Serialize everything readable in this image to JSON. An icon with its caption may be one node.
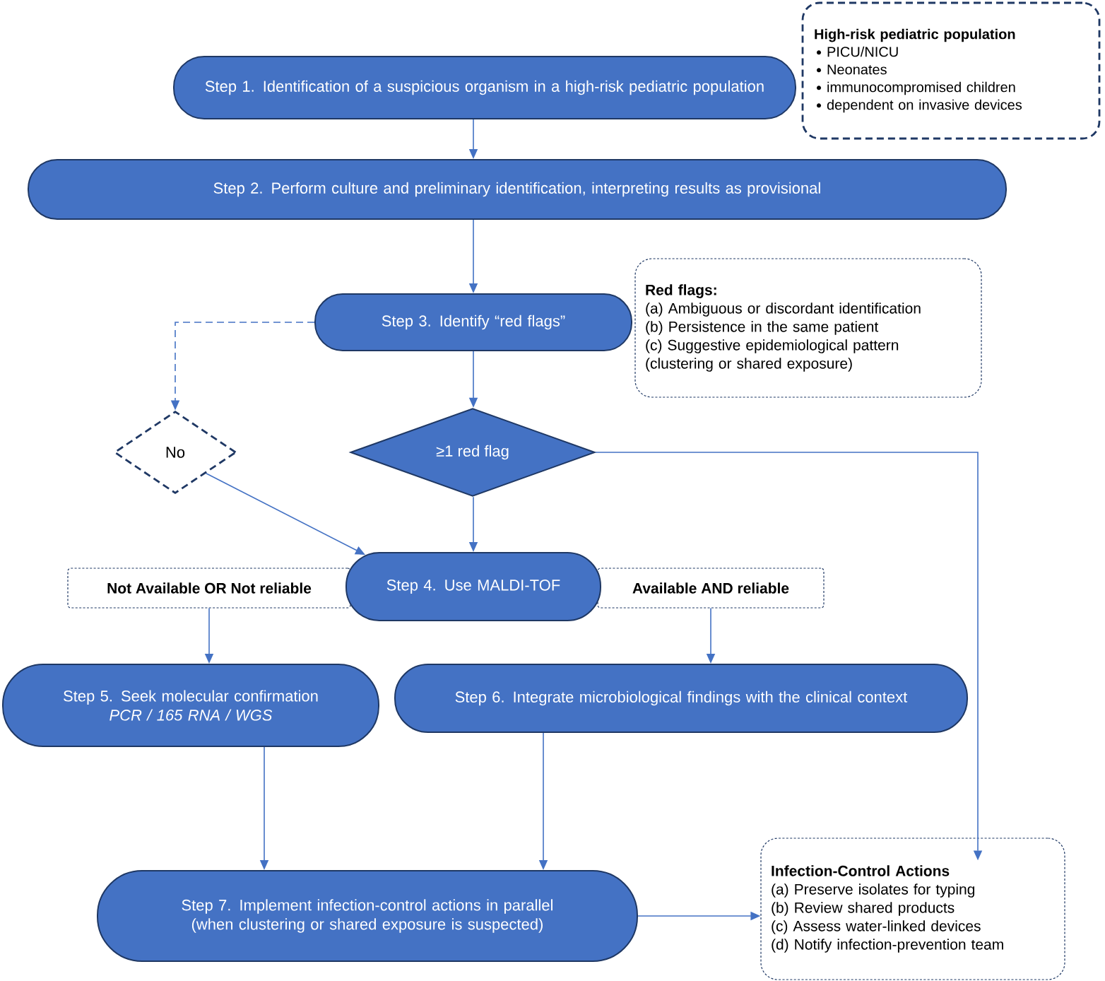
{
  "diagram": {
    "nodes": [
      {
        "text": [
          "Step 1. Identification of a suspicious organism in a high-risk pediatric population"
        ]
      },
      {
        "text": [
          "High-risk pediatric population",
          "PICU/NICU",
          "Neonates",
          "immunocompromised children",
          "dependent on invasive devices"
        ]
      },
      {
        "text": [
          "Step 2.  Perform culture and preliminary identification, interpreting results as provisional"
        ]
      },
      {
        "text": [
          "Step 3. Identify “red flags”"
        ]
      },
      {
        "text": [
          "Red flags:",
          "(a) Ambiguous or discordant identification",
          "(b) Persistence in the same patient",
          "(c) Suggestive epidemiological pattern (clustering or shared exposure)"
        ]
      },
      {
        "text": [
          "No"
        ]
      },
      {
        "text": [
          "≥1 red flag"
        ]
      },
      {
        "text": [
          "Step 4. Use MALDI-TOF"
        ]
      },
      {
        "text": [
          "Not Available OR Not reliable"
        ]
      },
      {
        "text": [
          "Available AND reliable"
        ]
      },
      {
        "text": [
          "Step 5. Seek molecular confirmation",
          "PCR / 165 RNA / WGS"
        ]
      },
      {
        "text": [
          "Step 6. Integrate microbiological findings with the clinical context"
        ]
      },
      {
        "text": [
          "Step 7. Implement infection-control actions in parallel (when clustering or shared exposure is suspected)"
        ]
      },
      {
        "text": [
          "Infection-Control Actions",
          "(a) Preserve isolates for typing",
          "(b) Review shared products",
          "(c) Assess water-linked devices",
          "(d) Notify infection-prevention team"
        ]
      }
    ],
    "edges": [
      {
        "from": 0,
        "to": 2,
        "arrow": "to"
      },
      {
        "from": 2,
        "to": 3,
        "arrow": "to"
      },
      {
        "from": 3,
        "to": 5,
        "arrow": "to",
        "style": "dashed"
      },
      {
        "from": 3,
        "to": 6,
        "arrow": "to"
      },
      {
        "from": 5,
        "to": 7,
        "arrow": "to"
      },
      {
        "from": 6,
        "to": 7,
        "arrow": "to"
      },
      {
        "from": 6,
        "to": 13,
        "arrow": "to"
      },
      {
        "from": 8,
        "to": 10,
        "arrow": "to"
      },
      {
        "from": 9,
        "to": 11,
        "arrow": "to"
      },
      {
        "from": 10,
        "to": 12,
        "arrow": "to"
      },
      {
        "from": 11,
        "to": 12,
        "arrow": "to"
      },
      {
        "from": 12,
        "to": 13,
        "arrow": "to"
      }
    ]
  }
}
